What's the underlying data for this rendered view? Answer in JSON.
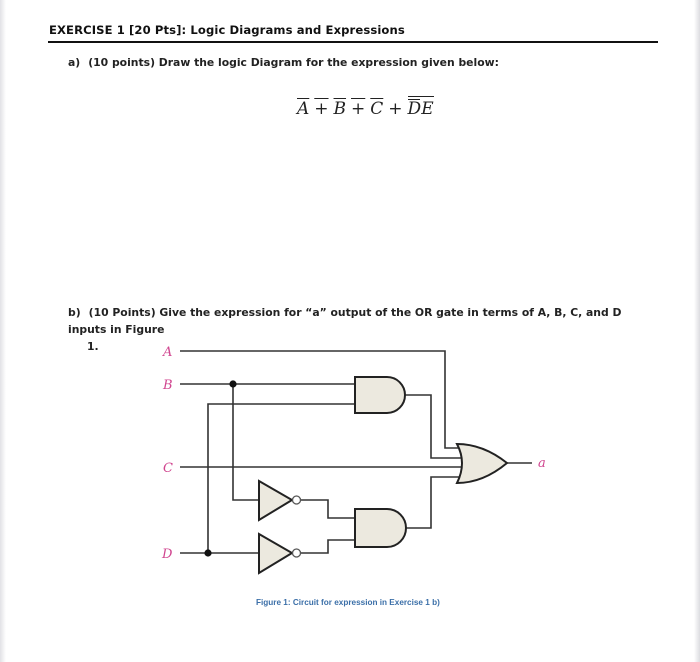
{
  "exercise": {
    "title": "EXERCISE 1 [20 Pts]: Logic Diagrams and Expressions"
  },
  "part_a": {
    "label": "a)",
    "text": "(10 points) Draw the logic Diagram for the expression given below:",
    "expression": {
      "group1": [
        "A",
        "B",
        "C"
      ],
      "operator": "+",
      "group2_d": "D",
      "group2_e": "E",
      "plain_text": "NOT(A + B + C) + NOT(NOT(D) E)"
    }
  },
  "part_b": {
    "label": "b)",
    "text": "(10 Points) Give the expression for “a” output of the OR gate in terms of A, B, C, and D inputs in Figure",
    "text_cont": "1."
  },
  "figure": {
    "inputs": [
      "A",
      "B",
      "C",
      "D"
    ],
    "output": "a",
    "gates": [
      "AND (B, D)",
      "NOT (B)",
      "NOT (D)",
      "AND (NOT B, NOT D)",
      "OR (A, AND1, C, AND2)"
    ],
    "caption": "Figure 1: Circuit for expression in Exercise 1 b)",
    "colors": {
      "signal_label": "#d0458f",
      "gate_fill": "#ece9df",
      "wire": "#333333",
      "caption": "#3b6fa8"
    }
  }
}
